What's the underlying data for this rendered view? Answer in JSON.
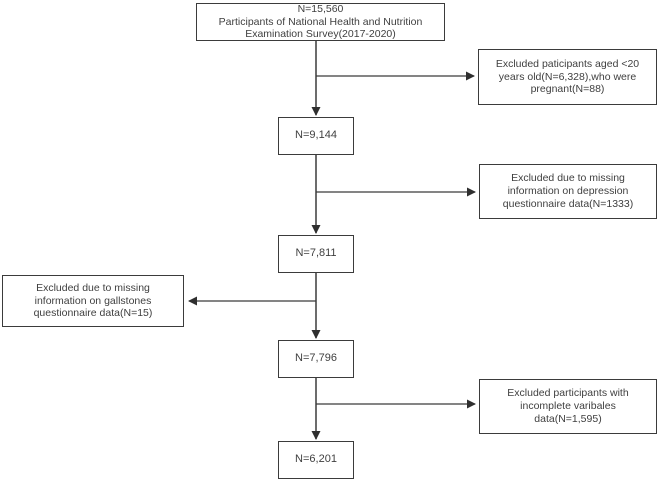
{
  "flowchart": {
    "top_box": {
      "text": "N=15,560\nParticipants of National Health and Nutrition\nExamination Survey(2017-2020)"
    },
    "main_boxes": [
      {
        "label": "N=9,144"
      },
      {
        "label": "N=7,811"
      },
      {
        "label": "N=7,796"
      },
      {
        "label": "N=6,201"
      }
    ],
    "exclusion_boxes": {
      "right_1": {
        "text": "Excluded paticipants aged <20\nyears old(N=6,328),who were\npregnant(N=88)"
      },
      "right_2": {
        "text": "Excluded due to missing\ninformation on depression\nquestionnaire data(N=1333)"
      },
      "left_1": {
        "text": "Excluded due to missing\ninformation on gallstones\nquestionnaire data(N=15)"
      },
      "right_3": {
        "text": "Excluded participants with\nincomplete varibales\ndata(N=1,595)"
      }
    },
    "colors": {
      "line": "#3b3b3b",
      "border": "#3b3b3b",
      "text": "#3f3f3f",
      "background": "#ffffff"
    }
  }
}
